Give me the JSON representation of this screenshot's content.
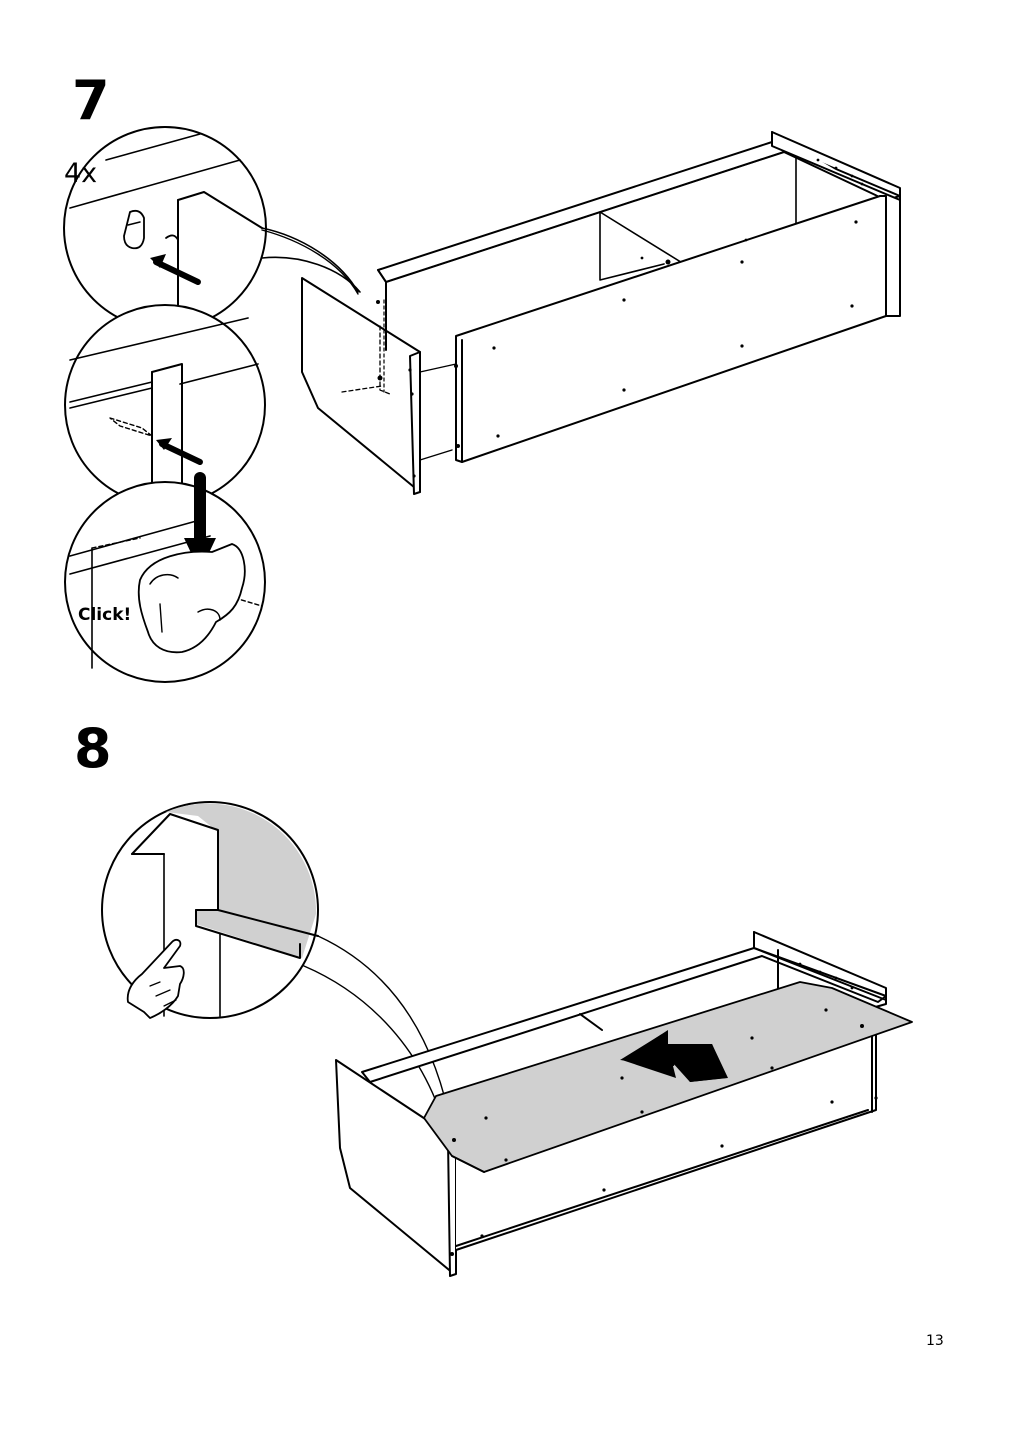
{
  "steps": [
    {
      "number": "7",
      "quantity_label": "4x",
      "click_label": "Click!"
    },
    {
      "number": "8"
    }
  ],
  "page_number": "13"
}
